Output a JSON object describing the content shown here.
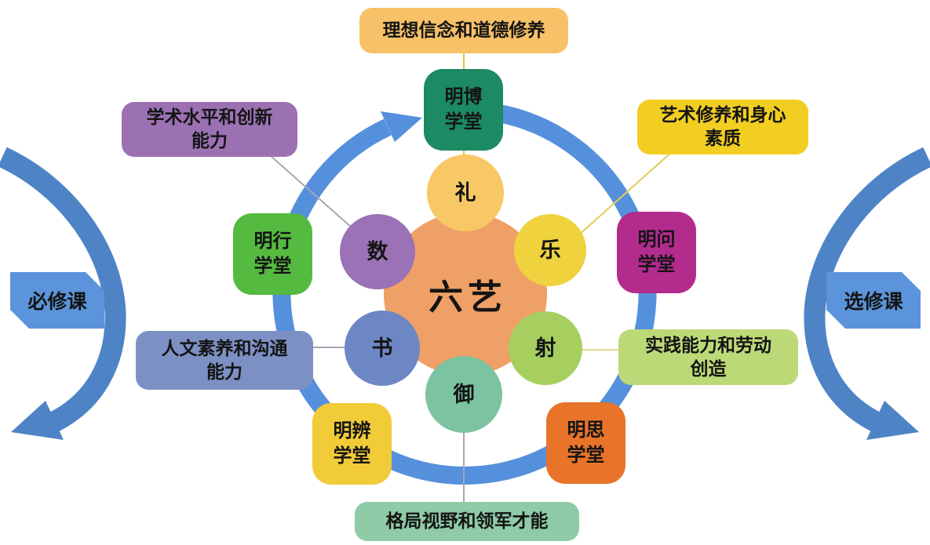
{
  "diagram": {
    "center_circle": {
      "label": "六艺",
      "color": "#EFA066"
    },
    "art_circles": [
      {
        "label": "礼",
        "color": "#F8C766",
        "position": "top"
      },
      {
        "label": "乐",
        "color": "#EFD23D",
        "position": "upper-right"
      },
      {
        "label": "射",
        "color": "#A6CF60",
        "position": "lower-right"
      },
      {
        "label": "御",
        "color": "#7CC4A1",
        "position": "bottom"
      },
      {
        "label": "书",
        "color": "#6D87C5",
        "position": "lower-left"
      },
      {
        "label": "数",
        "color": "#9A72B5",
        "position": "upper-left"
      }
    ],
    "academies": [
      {
        "label": "明博\n学堂",
        "color": "#1C8A63",
        "position": "top"
      },
      {
        "label": "明问\n学堂",
        "color": "#B42B8E",
        "position": "right"
      },
      {
        "label": "明思\n学堂",
        "color": "#E8742A",
        "position": "bottom-right"
      },
      {
        "label": "明辨\n学堂",
        "color": "#F2CB38",
        "position": "bottom-left"
      },
      {
        "label": "明行\n学堂",
        "color": "#55BA40",
        "position": "left"
      }
    ],
    "outcomes": [
      {
        "label": "理想信念和道德修养",
        "color": "#F7C168",
        "position": "top"
      },
      {
        "label": "学术水平和创新\n能力",
        "color": "#9C71B3",
        "position": "upper-left"
      },
      {
        "label": "艺术修养和身心\n素质",
        "color": "#F2CE22",
        "position": "upper-right"
      },
      {
        "label": "人文素养和沟通\n能力",
        "color": "#7D90C4",
        "position": "left"
      },
      {
        "label": "实践能力和劳动\n创造",
        "color": "#BCD977",
        "position": "right"
      },
      {
        "label": "格局视野和领军才能",
        "color": "#8FCBA7",
        "position": "bottom"
      }
    ],
    "side_arrows": {
      "left_label": "必修课",
      "right_label": "选修课",
      "plaque_color": "#5B94DB",
      "crescent_color": "#4E84C6"
    },
    "ring_color": "#5590DC"
  }
}
